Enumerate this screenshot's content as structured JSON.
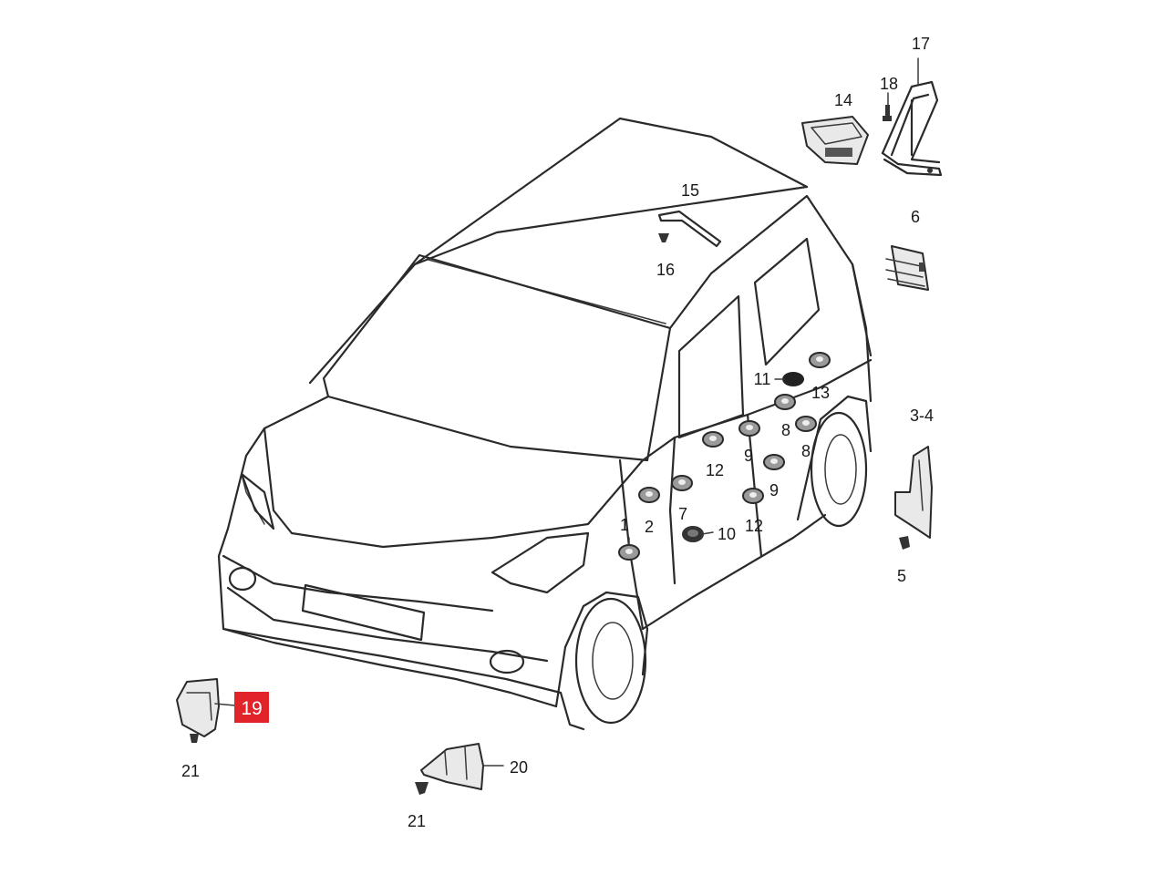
{
  "highlight_color": "#e0242a",
  "callouts": {
    "c1": "1",
    "c2": "2",
    "c3_4": "3-4",
    "c5": "5",
    "c6": "6",
    "c7": "7",
    "c8a": "8",
    "c8b": "8",
    "c9a": "9",
    "c9b": "9",
    "c10": "10",
    "c11": "11",
    "c12a": "12",
    "c12b": "12",
    "c13": "13",
    "c14": "14",
    "c15": "15",
    "c16": "16",
    "c17": "17",
    "c18": "18",
    "c19": "19",
    "c20": "20",
    "c21a": "21",
    "c21b": "21"
  }
}
